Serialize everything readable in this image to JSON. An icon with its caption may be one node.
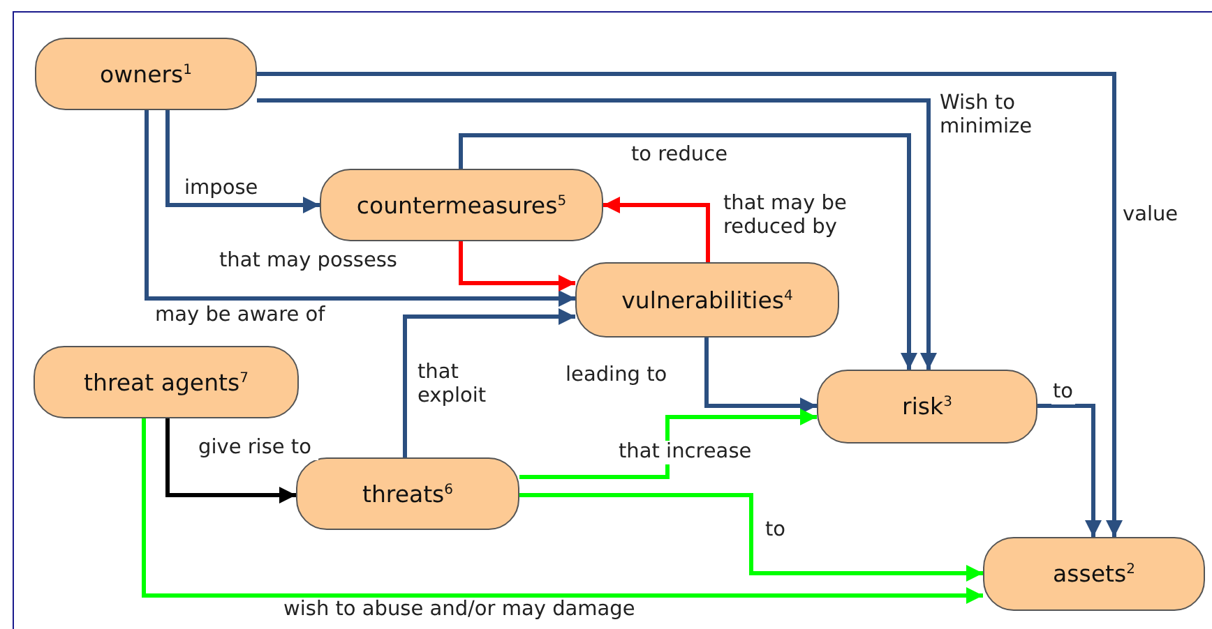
{
  "diagram": {
    "nodes": [
      {
        "text": [
          "owners$^{1}$"
        ]
      },
      {
        "text": [
          "countermeasures$^{5}$"
        ]
      },
      {
        "text": [
          "vulnerabilities$^{4}$"
        ]
      },
      {
        "text": [
          "threat agents$^{7}$"
        ]
      },
      {
        "text": [
          "risk$^{3}$"
        ]
      },
      {
        "text": [
          "threats$^{6}$"
        ]
      },
      {
        "text": [
          "assets$^{2}$"
        ]
      }
    ],
    "edges": [
      {
        "from": 0,
        "to": 6,
        "arrow": "to",
        "label": "value"
      },
      {
        "from": 0,
        "to": 4,
        "arrow": "to",
        "label": "Wish to minimize"
      },
      {
        "from": 0,
        "to": 1,
        "arrow": "to",
        "label": "impose"
      },
      {
        "from": 0,
        "to": 2,
        "arrow": "to",
        "label": "may be aware of"
      },
      {
        "from": 1,
        "to": 4,
        "arrow": "to",
        "label": "to reduce"
      },
      {
        "from": 1,
        "to": 2,
        "arrow": "to",
        "label": "that may possess",
        "color": "#ff0000"
      },
      {
        "from": 2,
        "to": 1,
        "arrow": "to",
        "label": "that may be reduced by",
        "color": "#ff0000"
      },
      {
        "from": 5,
        "to": 2,
        "arrow": "to",
        "label": "that exploit"
      },
      {
        "from": 2,
        "to": 4,
        "arrow": "to",
        "label": "leading to"
      },
      {
        "from": 5,
        "to": 4,
        "arrow": "to",
        "label": "that increase",
        "color": "#00ff00"
      },
      {
        "from": 4,
        "to": 6,
        "arrow": "to",
        "label": "to"
      },
      {
        "from": 5,
        "to": 6,
        "arrow": "to",
        "label": "to",
        "color": "#00ff00"
      },
      {
        "from": 3,
        "to": 5,
        "arrow": "to",
        "label": "give rise to",
        "color": "#000000"
      },
      {
        "from": 3,
        "to": 6,
        "arrow": "to",
        "label": "wish to abuse and/or may damage",
        "color": "#00ff00"
      }
    ]
  }
}
